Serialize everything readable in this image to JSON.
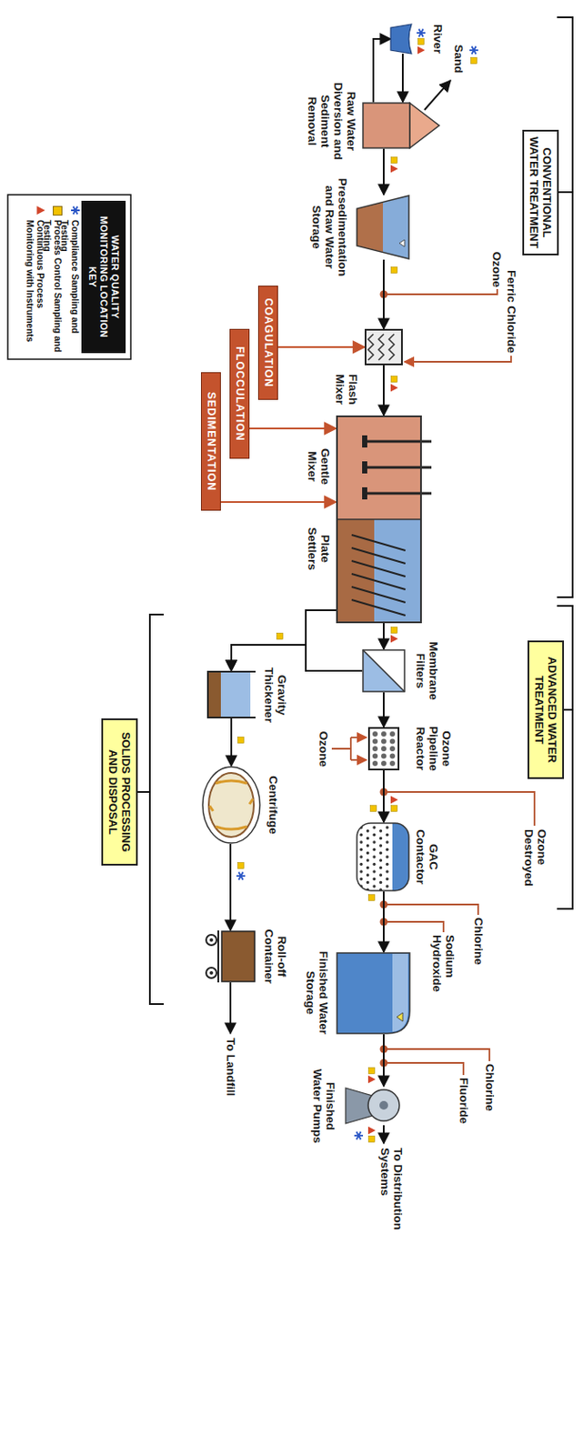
{
  "diagram": {
    "nodes": [
      {
        "text": [
          "CONVENTIONAL WATER TREATMENT"
        ]
      },
      {
        "text": [
          "River"
        ]
      },
      {
        "text": [
          "Raw Water Diversion and Sediment Removal"
        ]
      },
      {
        "text": [
          "Presedimentation and Raw Water Storage"
        ]
      },
      {
        "text": [
          "Flash Mixer"
        ]
      },
      {
        "text": [
          "COAGULATION"
        ]
      },
      {
        "text": [
          "FLOCCULATION"
        ]
      },
      {
        "text": [
          "SEDIMENTATION"
        ]
      },
      {
        "text": [
          "Gentle Mixer",
          "Plate Settlers"
        ]
      },
      {
        "text": [
          "ADVANCED WATER TREATMENT"
        ]
      },
      {
        "text": [
          "Membrane Filters"
        ]
      },
      {
        "text": [
          "Ozone Pipeline Reactor"
        ]
      },
      {
        "text": [
          "GAC Contactor"
        ]
      },
      {
        "text": [
          "Finished Water Storage"
        ]
      },
      {
        "text": [
          "Finished Water Pumps"
        ]
      },
      {
        "text": [
          "WATER QUALITY MONITORING LOCATION KEY"
        ]
      },
      {
        "text": [
          "SOLIDS PROCESSING AND DISPOSAL"
        ]
      },
      {
        "text": [
          "Gravity Thickener"
        ]
      },
      {
        "text": [
          "Centrifuge"
        ]
      },
      {
        "text": [
          "Roll-off Container"
        ]
      }
    ],
    "edges": [
      {
        "from": 1,
        "to": 2,
        "arrow": "to"
      },
      {
        "from": 2,
        "to": 1,
        "arrow": "to"
      },
      {
        "from": 2,
        "to": 3,
        "arrow": "to"
      },
      {
        "from": 3,
        "to": 4,
        "arrow": "to"
      },
      {
        "from": 5,
        "to": 4,
        "arrow": "to"
      },
      {
        "from": 4,
        "to": 8,
        "arrow": "to"
      },
      {
        "from": 6,
        "to": 8,
        "arrow": "to"
      },
      {
        "from": 7,
        "to": 8,
        "arrow": "to"
      },
      {
        "from": 8,
        "to": 10,
        "arrow": "to"
      },
      {
        "from": 10,
        "to": 11,
        "arrow": "to"
      },
      {
        "from": 11,
        "to": 12,
        "arrow": "to"
      },
      {
        "from": 12,
        "to": 13,
        "arrow": "to"
      },
      {
        "from": 13,
        "to": 14,
        "arrow": "to"
      },
      {
        "from": 8,
        "to": 17,
        "arrow": "to"
      },
      {
        "from": 10,
        "to": 17,
        "arrow": "to"
      },
      {
        "from": 17,
        "to": 18,
        "arrow": "to"
      },
      {
        "from": 18,
        "to": 19,
        "arrow": "to"
      }
    ],
    "labels": [
      "Sand",
      "Ozone",
      "Ferric Chloride",
      "Ozone",
      "Ozone Destroyed",
      "Chlorine",
      "Sodium Hydroxide",
      "Chlorine",
      "Fluoride",
      "To Distribution Systems",
      "To Landfill"
    ],
    "legend": [
      {
        "text": "Compliance Sampling and Testing"
      },
      {
        "text": "Process Control Sampling and Testing",
        "color": "#f2c200"
      },
      {
        "text": "Continuous Process Monitoring with Instruments"
      }
    ]
  }
}
